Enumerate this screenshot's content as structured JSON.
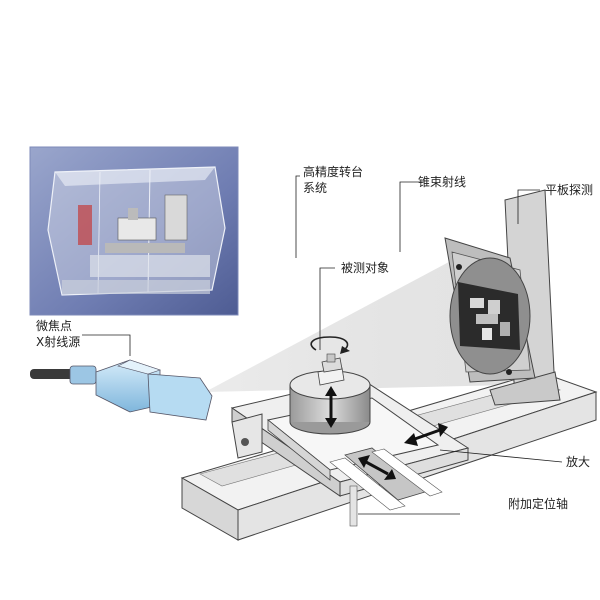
{
  "labels": {
    "turntable_line1": "高精度转台",
    "turntable_line2": "系统",
    "cone_beam": "锥束射线",
    "flat_detector": "平板探测",
    "object": "被测对象",
    "source_line1": "微焦点",
    "source_line2": "X射线源",
    "magnify_axis": "放大",
    "aux_axis": "附加定位轴"
  },
  "colors": {
    "source_blue": "#a9d3ee",
    "detector_screen": "#2b2b2b",
    "metal": "#cfcfcf",
    "outline": "#333333"
  }
}
